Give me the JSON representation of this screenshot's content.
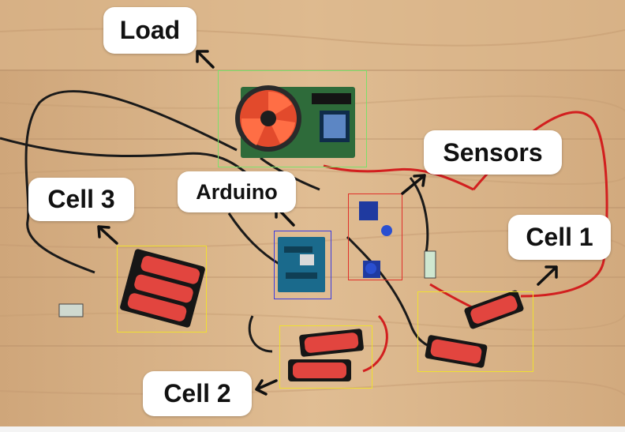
{
  "labels": {
    "load": "Load",
    "sensors": "Sensors",
    "arduino": "Arduino",
    "cell3": "Cell 3",
    "cell1": "Cell 1",
    "cell2": "Cell 2"
  },
  "colors": {
    "load_box": "#7be06a",
    "sensors_box": "#e0302a",
    "arduino_box": "#3a3ae0",
    "cell_box": "#f0e030",
    "wood": "#d9b48a",
    "battery": "#e2453f",
    "wire_red": "#d21f1f",
    "wire_black": "#1a1a1a"
  },
  "icons": [
    "arrow-icon"
  ]
}
